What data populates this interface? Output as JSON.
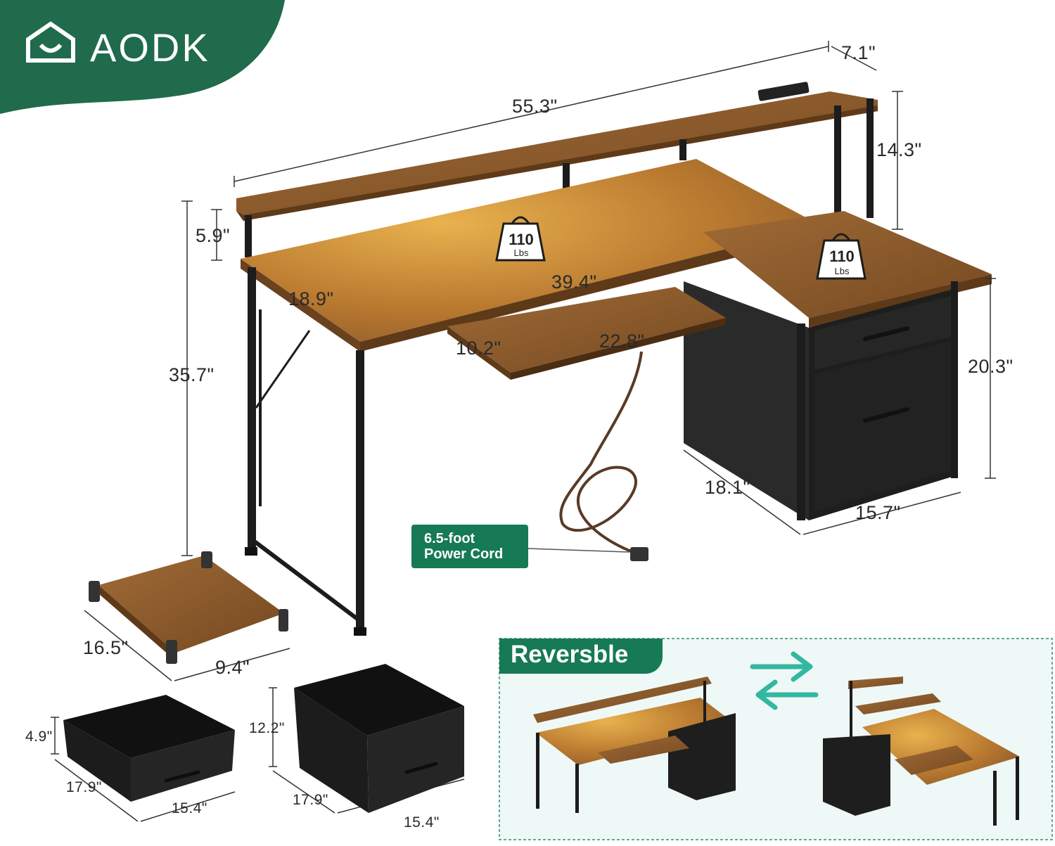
{
  "brand": {
    "name": "AODK",
    "color": "#1f6b4c"
  },
  "dimensions": {
    "hutch_width": "55.3\"",
    "hutch_depth": "7.1\"",
    "hutch_height": "14.3\"",
    "monitor_shelf_height": "5.9\"",
    "desk_width": "39.4\"",
    "desk_depth": "18.9\"",
    "desk_height": "35.7\"",
    "keyboard_depth": "10.2\"",
    "keyboard_width": "22.8\"",
    "cabinet_height": "20.3\"",
    "cabinet_depth": "18.1\"",
    "cabinet_width": "15.7\"",
    "cpu_stand_depth": "16.5\"",
    "cpu_stand_width": "9.4\"",
    "small_drawer_height": "4.9\"",
    "small_drawer_depth": "17.9\"",
    "small_drawer_width": "15.4\"",
    "large_drawer_height": "12.2\"",
    "large_drawer_depth": "17.9\"",
    "large_drawer_width": "15.4\""
  },
  "load_badges": [
    {
      "value": "110",
      "unit": "Lbs"
    },
    {
      "value": "110",
      "unit": "Lbs"
    }
  ],
  "power_cord": {
    "line1": "6.5-foot",
    "line2": "Power Cord"
  },
  "reversible": {
    "label": "Reversble"
  },
  "colors": {
    "wood": "#8a5a2c",
    "wood_dark": "#6b4220",
    "metal": "#1c1c1c",
    "fabric": "#222222",
    "accent_green": "#167a55",
    "arrow_teal": "#34b7a0"
  }
}
